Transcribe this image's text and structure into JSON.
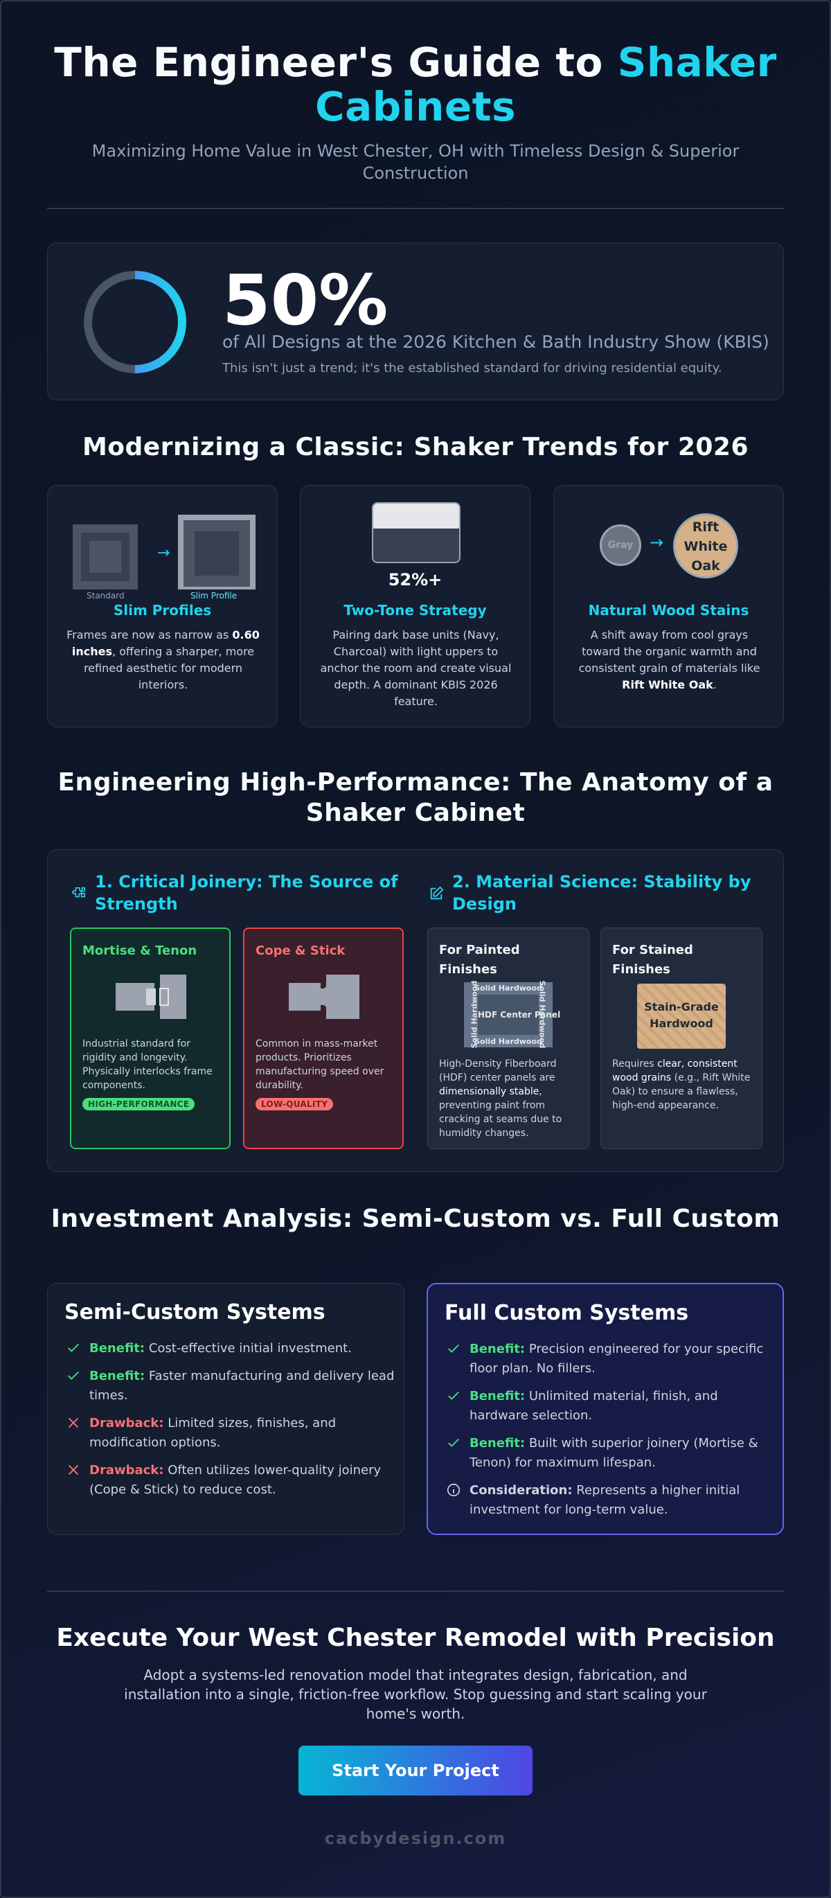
{
  "hero": {
    "title_main": "The Engineer's Guide to ",
    "title_accent": "Shaker Cabinets",
    "subtitle": "Maximizing Home Value in West Chester, OH with Timeless Design & Superior Construction"
  },
  "stat": {
    "percent": 50,
    "value": "50%",
    "line": "of All Designs at the 2026 Kitchen & Bath Industry Show (KBIS)",
    "note": "This isn't just a trend; it's the established standard for driving residential equity."
  },
  "trends": {
    "title": "Modernizing a Classic: Shaker Trends for 2026",
    "cards": [
      {
        "title": "Slim Profiles",
        "label_standard": "Standard",
        "label_slim": "Slim Profile",
        "text_a": "Frames are now as narrow as ",
        "text_b": "0.60 inches",
        "text_c": ", offering a sharper, more refined aesthetic for modern interiors."
      },
      {
        "title": "Two-Tone Strategy",
        "stat": "52%+",
        "text": "Pairing dark base units (Navy, Charcoal) with light uppers to anchor the room and create visual depth. A dominant KBIS 2026 feature."
      },
      {
        "title": "Natural Wood Stains",
        "gray": "Gray",
        "oak": "Rift White Oak",
        "text_a": "A shift away from cool grays toward the organic warmth and consistent grain of materials like ",
        "text_b": "Rift White Oak",
        "text_c": "."
      }
    ]
  },
  "anatomy": {
    "title": "Engineering High-Performance: The Anatomy of a Shaker Cabinet",
    "joinery": {
      "heading": "1. Critical Joinery: The Source of Strength",
      "mortise": {
        "title": "Mortise & Tenon",
        "text": "Industrial standard for rigidity and longevity. Physically interlocks frame components.",
        "badge": "HIGH-PERFORMANCE"
      },
      "cope": {
        "title": "Cope & Stick",
        "text": "Common in mass-market products. Prioritizes manufacturing speed over durability.",
        "badge": "LOW-QUALITY"
      }
    },
    "material": {
      "heading": "2. Material Science: Stability by Design",
      "painted": {
        "title": "For Painted Finishes",
        "frame_label": "Solid Hardwood",
        "center_label": "HDF Center Panel",
        "text_a": "High-Density Fiberboard (HDF) center panels are ",
        "text_b": "dimensionally stable",
        "text_c": ", preventing paint from cracking at seams due to humidity changes."
      },
      "stained": {
        "title": "For Stained Finishes",
        "swatch": "Stain-Grade Hardwood",
        "text_a": "Requires ",
        "text_b": "clear, consistent wood grains",
        "text_c": " (e.g., Rift White Oak) to ensure a flawless, high-end appearance."
      }
    }
  },
  "investment": {
    "title": "Investment Analysis: Semi-Custom vs. Full Custom",
    "semi": {
      "title": "Semi-Custom Systems",
      "items": [
        {
          "kind": "benefit",
          "label": "Benefit:",
          "text": " Cost-effective initial investment."
        },
        {
          "kind": "benefit",
          "label": "Benefit:",
          "text": " Faster manufacturing and delivery lead times."
        },
        {
          "kind": "drawback",
          "label": "Drawback:",
          "text": " Limited sizes, finishes, and modification options."
        },
        {
          "kind": "drawback",
          "label": "Drawback:",
          "text": " Often utilizes lower-quality joinery (Cope & Stick) to reduce cost."
        }
      ]
    },
    "full": {
      "title": "Full Custom Systems",
      "items": [
        {
          "kind": "benefit",
          "label": "Benefit:",
          "text": " Precision engineered for your specific floor plan. No fillers."
        },
        {
          "kind": "benefit",
          "label": "Benefit:",
          "text": " Unlimited material, finish, and hardware selection."
        },
        {
          "kind": "benefit",
          "label": "Benefit:",
          "text": " Built with superior joinery (Mortise & Tenon) for maximum lifespan."
        },
        {
          "kind": "consideration",
          "label": "Consideration:",
          "text": " Represents a higher initial investment for long-term value."
        }
      ]
    }
  },
  "cta": {
    "title": "Execute Your West Chester Remodel with Precision",
    "text": "Adopt a systems-led renovation model that integrates design, fabrication, and installation into a single, friction-free workflow. Stop guessing and start scaling your home's worth.",
    "button": "Start Your Project"
  },
  "footer": {
    "brand": "cacbydesign.com"
  },
  "colors": {
    "accent": "#22d3ee",
    "good": "#4ade80",
    "bad": "#f87171",
    "indigo": "#6366f1"
  },
  "icons": {
    "check": "check-icon",
    "cross": "x-icon",
    "info": "info-icon",
    "joinery": "puzzle-icon",
    "material": "edit-icon",
    "arrow": "arrow-right-icon"
  }
}
